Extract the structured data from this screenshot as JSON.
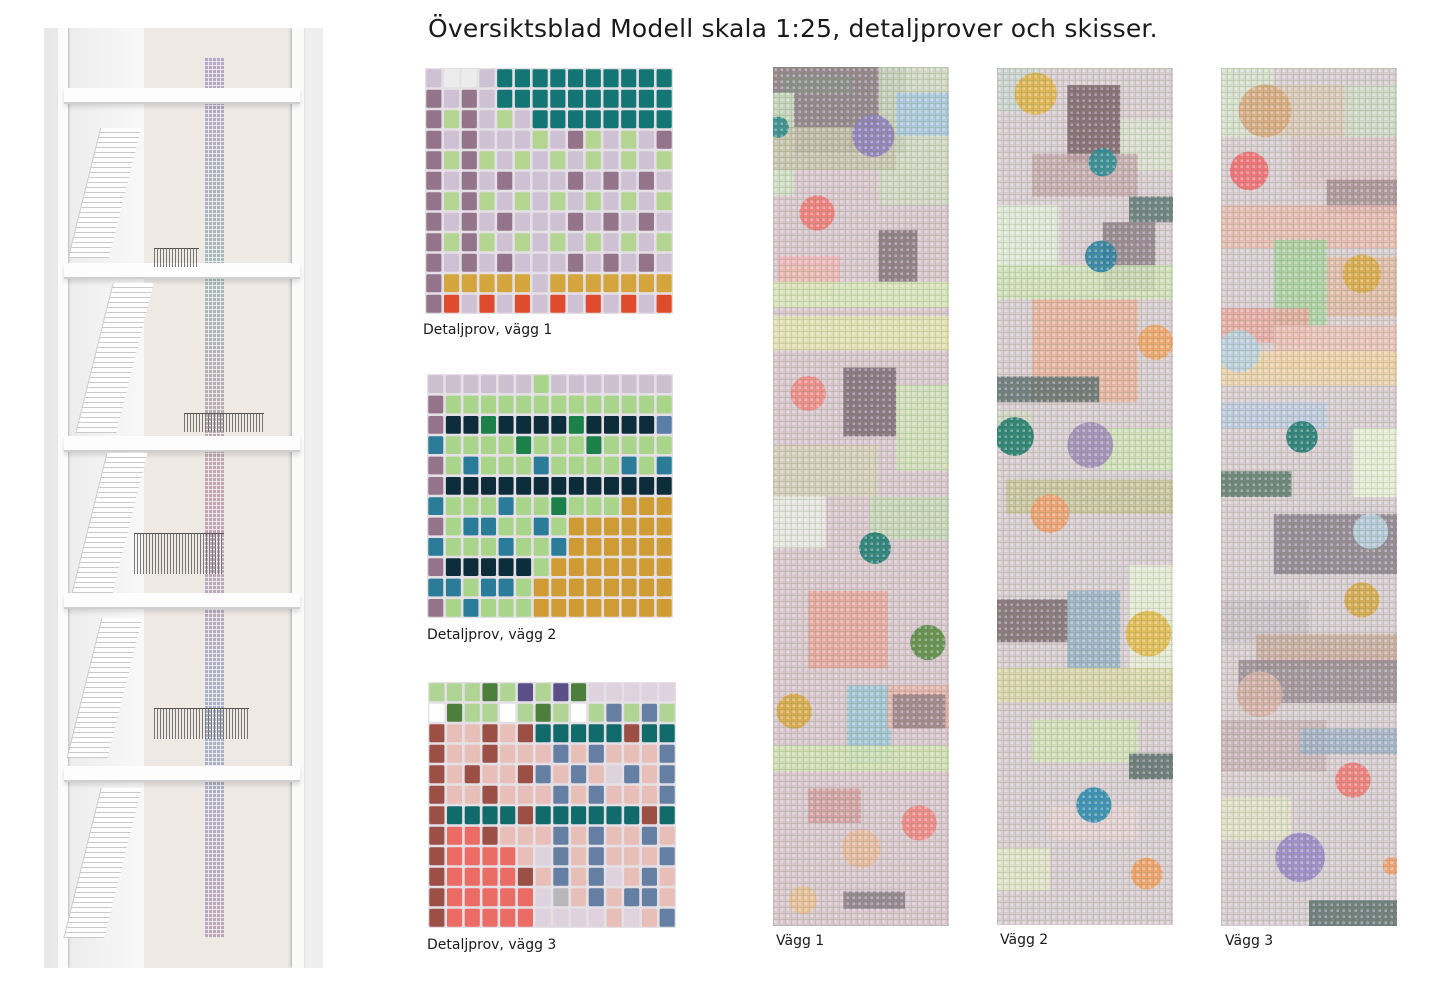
{
  "title": "Översiktsblad Modell skala 1:25, detaljprover och skisser.",
  "samples": [
    {
      "caption": "Detaljprov, vägg 1",
      "cols": 14,
      "palette": {
        "L": "#cfc1d4",
        "W": "#ececec",
        "P": "#94748b",
        "G": "#b3d591",
        "T": "#137674",
        "Y": "#d4a53c",
        "R": "#df4b2d"
      },
      "rows": [
        "LWWLTTTTTTTTTT",
        "PLPLTTTTTTTTTT",
        "PGPLGLTTTTTTTT",
        "PLPLLLGLPGLGLP",
        "PGPGLGLGLGLGLG",
        "PLPLPLLLPLPLPL",
        "PGPGLGLGLGLGLG",
        "PLPLPLLLPLPLPL",
        "PGPGLGLGLGLGLG",
        "PLPLPLLLPLPLPL",
        "PYYYYYLYYYYYYY",
        "PRLRLRLRLRLRLR"
      ]
    },
    {
      "caption": "Detaljprov, vägg 2",
      "cols": 14,
      "palette": {
        "L": "#ccbfcf",
        "G": "#a8d58a",
        "E": "#1c8049",
        "D": "#0e2d3a",
        "B": "#2b7c99",
        "Y": "#cf9b34",
        "P": "#94748b",
        "S": "#5b7ea6"
      },
      "rows": [
        "LLLLLLGLLLLLLL",
        "PGGGGGGGGGGGGG",
        "PDDEDDDDEDDDDS",
        "BGGGGEGGGEGGGG",
        "PGBGGGBGGGGBGB",
        "PDDDDDDDDDDDDD",
        "BGGGBGGEGGGYYY",
        "PGBBGGBGYYYYYY",
        "BGGGBGGBYYYYYY",
        "PDDDDDGYYYYYYY",
        "BBGBBGYYYYYYYY",
        "PGBGGGYYYYYYYY"
      ]
    },
    {
      "caption": "Detaljprov, vägg 3",
      "cols": 14,
      "palette": {
        "G": "#afd493",
        "O": "#4c7f3c",
        "V": "#5a4f87",
        "W": "#ffffff",
        "K": "#e8bfb8",
        "N": "#9b4f45",
        "T": "#126b6b",
        "S": "#657fa3",
        "R": "#eb6b65",
        "L": "#ddd2dd",
        "A": "#b7b7bb"
      },
      "rows": [
        "GGGOGVGVOLLLLL",
        "WOGGWGOGWGSGSG",
        "NKKNKNTTTTTNTT",
        "NKKNKKKSKSKKKS",
        "NKNKKNSKSKLSKS",
        "NKKNKKKSKSKKKS",
        "NTTTTNTTTTTTNT",
        "NRRNKKKSKSKKSK",
        "NRRRRKLSKSKKKS",
        "NRRRRNKSKSLKSK",
        "NRRRRRLAKSKSSK",
        "NRRRRRLLLLKLKS"
      ]
    }
  ],
  "walls": [
    {
      "caption": "Vägg 1",
      "base": "#d9c6cf",
      "rects": [
        [
          0,
          0,
          0.75,
          0.1,
          "#8a7a84"
        ],
        [
          0.05,
          0.01,
          0.4,
          0.02,
          "#8c8f8c"
        ],
        [
          0,
          0.03,
          0.12,
          0.12,
          "#cfe0c4"
        ],
        [
          0.6,
          0,
          0.4,
          0.16,
          "#cfd9c2"
        ],
        [
          0.7,
          0.03,
          0.3,
          0.05,
          "#a7c5e0"
        ],
        [
          0,
          0.07,
          0.7,
          0.05,
          "#c8c2ad"
        ],
        [
          0.62,
          0.17,
          0.38,
          0.08,
          "#d6c5cc"
        ],
        [
          0.03,
          0.22,
          0.35,
          0.03,
          "#f0b3b8"
        ],
        [
          0.03,
          0.23,
          0.32,
          0.04,
          "#e8b8b2"
        ],
        [
          0.6,
          0.19,
          0.22,
          0.06,
          "#87727e"
        ],
        [
          0,
          0.25,
          1,
          0.03,
          "#d7e6b8"
        ],
        [
          0,
          0.29,
          1,
          0.04,
          "#e3e3b0"
        ],
        [
          0.4,
          0.35,
          0.3,
          0.08,
          "#7a6a75"
        ],
        [
          0.7,
          0.37,
          0.3,
          0.1,
          "#cfe0b8"
        ],
        [
          0,
          0.44,
          0.6,
          0.06,
          "#d3cdb8"
        ],
        [
          0,
          0.5,
          0.3,
          0.06,
          "#e8eae4"
        ],
        [
          0.55,
          0.5,
          0.45,
          0.05,
          "#c4d7b6"
        ],
        [
          0.2,
          0.61,
          0.45,
          0.09,
          "#e8a59c"
        ],
        [
          0.42,
          0.72,
          0.25,
          0.09,
          "#9bc3d6"
        ],
        [
          0.65,
          0.72,
          0.35,
          0.05,
          "#e8b0a8"
        ],
        [
          0.68,
          0.73,
          0.3,
          0.04,
          "#9a808c"
        ],
        [
          0,
          0.79,
          1,
          0.03,
          "#cfe0b0"
        ],
        [
          0.2,
          0.84,
          0.3,
          0.04,
          "#d29ca0"
        ],
        [
          0.4,
          0.96,
          0.35,
          0.02,
          "#8b7d8a"
        ]
      ],
      "circles": [
        [
          0.03,
          0.07,
          0.06,
          "#2c8a8d"
        ],
        [
          0.57,
          0.08,
          0.12,
          "#8e7fbc"
        ],
        [
          0.25,
          0.17,
          0.1,
          "#f07a78"
        ],
        [
          0.2,
          0.38,
          0.1,
          "#f08b86"
        ],
        [
          0.58,
          0.56,
          0.09,
          "#1e7a74"
        ],
        [
          0.88,
          0.67,
          0.1,
          "#5a8a44"
        ],
        [
          0.12,
          0.75,
          0.1,
          "#d8a846"
        ],
        [
          0.83,
          0.88,
          0.1,
          "#f08583"
        ],
        [
          0.5,
          0.91,
          0.11,
          "#e8b89e"
        ],
        [
          0.17,
          0.97,
          0.08,
          "#e8c096"
        ]
      ]
    },
    {
      "caption": "Vägg 2",
      "base": "#d9ccd2",
      "rects": [
        [
          0,
          0,
          0.25,
          0.05,
          "#c9d4d2"
        ],
        [
          0.4,
          0.02,
          0.3,
          0.09,
          "#7a5e6a"
        ],
        [
          0.7,
          0.06,
          0.3,
          0.06,
          "#d9dfcf"
        ],
        [
          0.2,
          0.1,
          0.6,
          0.05,
          "#c4a7ad"
        ],
        [
          0.75,
          0.15,
          0.25,
          0.03,
          "#5d7476"
        ],
        [
          0,
          0.16,
          0.35,
          0.08,
          "#dfe9d8"
        ],
        [
          0.6,
          0.18,
          0.3,
          0.08,
          "#8f7f8b"
        ],
        [
          0,
          0.23,
          1,
          0.04,
          "#cfe0b8"
        ],
        [
          0.2,
          0.27,
          0.6,
          0.12,
          "#e8b09c"
        ],
        [
          0,
          0.36,
          0.58,
          0.03,
          "#5f6f72"
        ],
        [
          0,
          0.4,
          0.2,
          0.04,
          "#d0d6c4"
        ],
        [
          0.6,
          0.42,
          0.4,
          0.05,
          "#cfe0b8"
        ],
        [
          0.05,
          0.48,
          0.95,
          0.04,
          "#c8c29b"
        ],
        [
          0,
          0.62,
          0.4,
          0.05,
          "#7d6a74"
        ],
        [
          0.4,
          0.61,
          0.3,
          0.09,
          "#96b0c8"
        ],
        [
          0.75,
          0.58,
          0.25,
          0.14,
          "#e8ecd8"
        ],
        [
          0,
          0.7,
          1,
          0.04,
          "#d9d5a8"
        ],
        [
          0.2,
          0.76,
          0.6,
          0.05,
          "#cfe0b8"
        ],
        [
          0.75,
          0.8,
          0.25,
          0.03,
          "#5c6c70"
        ],
        [
          0.3,
          0.86,
          0.5,
          0.04,
          "#e4cfd2"
        ],
        [
          0,
          0.91,
          0.3,
          0.05,
          "#e0e4c8"
        ]
      ],
      "circles": [
        [
          0.22,
          0.03,
          0.12,
          "#e0b34a"
        ],
        [
          0.6,
          0.11,
          0.08,
          "#2d8a93"
        ],
        [
          0.59,
          0.22,
          0.09,
          "#2b7fa3"
        ],
        [
          0.9,
          0.32,
          0.1,
          "#f0a468"
        ],
        [
          0.1,
          0.43,
          0.11,
          "#1e7a6d"
        ],
        [
          0.53,
          0.44,
          0.13,
          "#a08cb8"
        ],
        [
          0.3,
          0.52,
          0.11,
          "#f0a070"
        ],
        [
          0.86,
          0.66,
          0.13,
          "#e1b84f"
        ],
        [
          0.55,
          0.86,
          0.1,
          "#2b8ab0"
        ],
        [
          0.85,
          0.94,
          0.09,
          "#f0a066"
        ]
      ]
    },
    {
      "caption": "Vägg 3",
      "base": "#d9ccd2",
      "rects": [
        [
          0,
          0,
          0.3,
          0.08,
          "#d7e0cf"
        ],
        [
          0.25,
          0.02,
          0.5,
          0.06,
          "#d8c7b6"
        ],
        [
          0.7,
          0.02,
          0.3,
          0.06,
          "#cfd8c8"
        ],
        [
          0.4,
          0.08,
          0.6,
          0.06,
          "#d8c2c8"
        ],
        [
          0.6,
          0.13,
          0.4,
          0.04,
          "#a88e96"
        ],
        [
          0,
          0.16,
          1,
          0.05,
          "#e8b9b0"
        ],
        [
          0.3,
          0.2,
          0.3,
          0.1,
          "#a7d0a0"
        ],
        [
          0.6,
          0.22,
          0.4,
          0.07,
          "#e0b9a6"
        ],
        [
          0,
          0.28,
          0.5,
          0.04,
          "#e7a6a0"
        ],
        [
          0.3,
          0.3,
          0.7,
          0.05,
          "#ebbfb8"
        ],
        [
          0,
          0.33,
          1,
          0.04,
          "#ecd0a8"
        ],
        [
          0,
          0.39,
          0.6,
          0.03,
          "#b8c8e0"
        ],
        [
          0.75,
          0.42,
          0.25,
          0.08,
          "#e8f0d8"
        ],
        [
          0,
          0.47,
          0.4,
          0.03,
          "#5b7870"
        ],
        [
          0.3,
          0.52,
          0.7,
          0.07,
          "#8c7f8e"
        ],
        [
          0,
          0.62,
          0.5,
          0.05,
          "#c8bec8"
        ],
        [
          0.2,
          0.66,
          0.8,
          0.04,
          "#c8a89e"
        ],
        [
          0.1,
          0.69,
          0.9,
          0.05,
          "#9b8c96"
        ],
        [
          0,
          0.76,
          0.6,
          0.06,
          "#c8b0b8"
        ],
        [
          0.45,
          0.77,
          0.55,
          0.03,
          "#a0b0c8"
        ],
        [
          0,
          0.85,
          0.4,
          0.05,
          "#e0e0c8"
        ],
        [
          0.5,
          0.97,
          0.5,
          0.03,
          "#5f6e70"
        ]
      ],
      "circles": [
        [
          0.25,
          0.05,
          0.15,
          "#d8a880"
        ],
        [
          0.16,
          0.12,
          0.11,
          "#f26c72"
        ],
        [
          0.8,
          0.24,
          0.11,
          "#d9aa4a"
        ],
        [
          0.1,
          0.33,
          0.12,
          "#b8cfe0"
        ],
        [
          0.46,
          0.43,
          0.09,
          "#1e7a73"
        ],
        [
          0.85,
          0.54,
          0.1,
          "#b8cfe0"
        ],
        [
          0.8,
          0.62,
          0.1,
          "#d5a94a"
        ],
        [
          0.22,
          0.73,
          0.13,
          "#d7b0a8"
        ],
        [
          0.75,
          0.83,
          0.1,
          "#f07a77"
        ],
        [
          0.45,
          0.92,
          0.14,
          "#9a88c8"
        ],
        [
          0.97,
          0.93,
          0.05,
          "#f0a070"
        ]
      ]
    }
  ]
}
